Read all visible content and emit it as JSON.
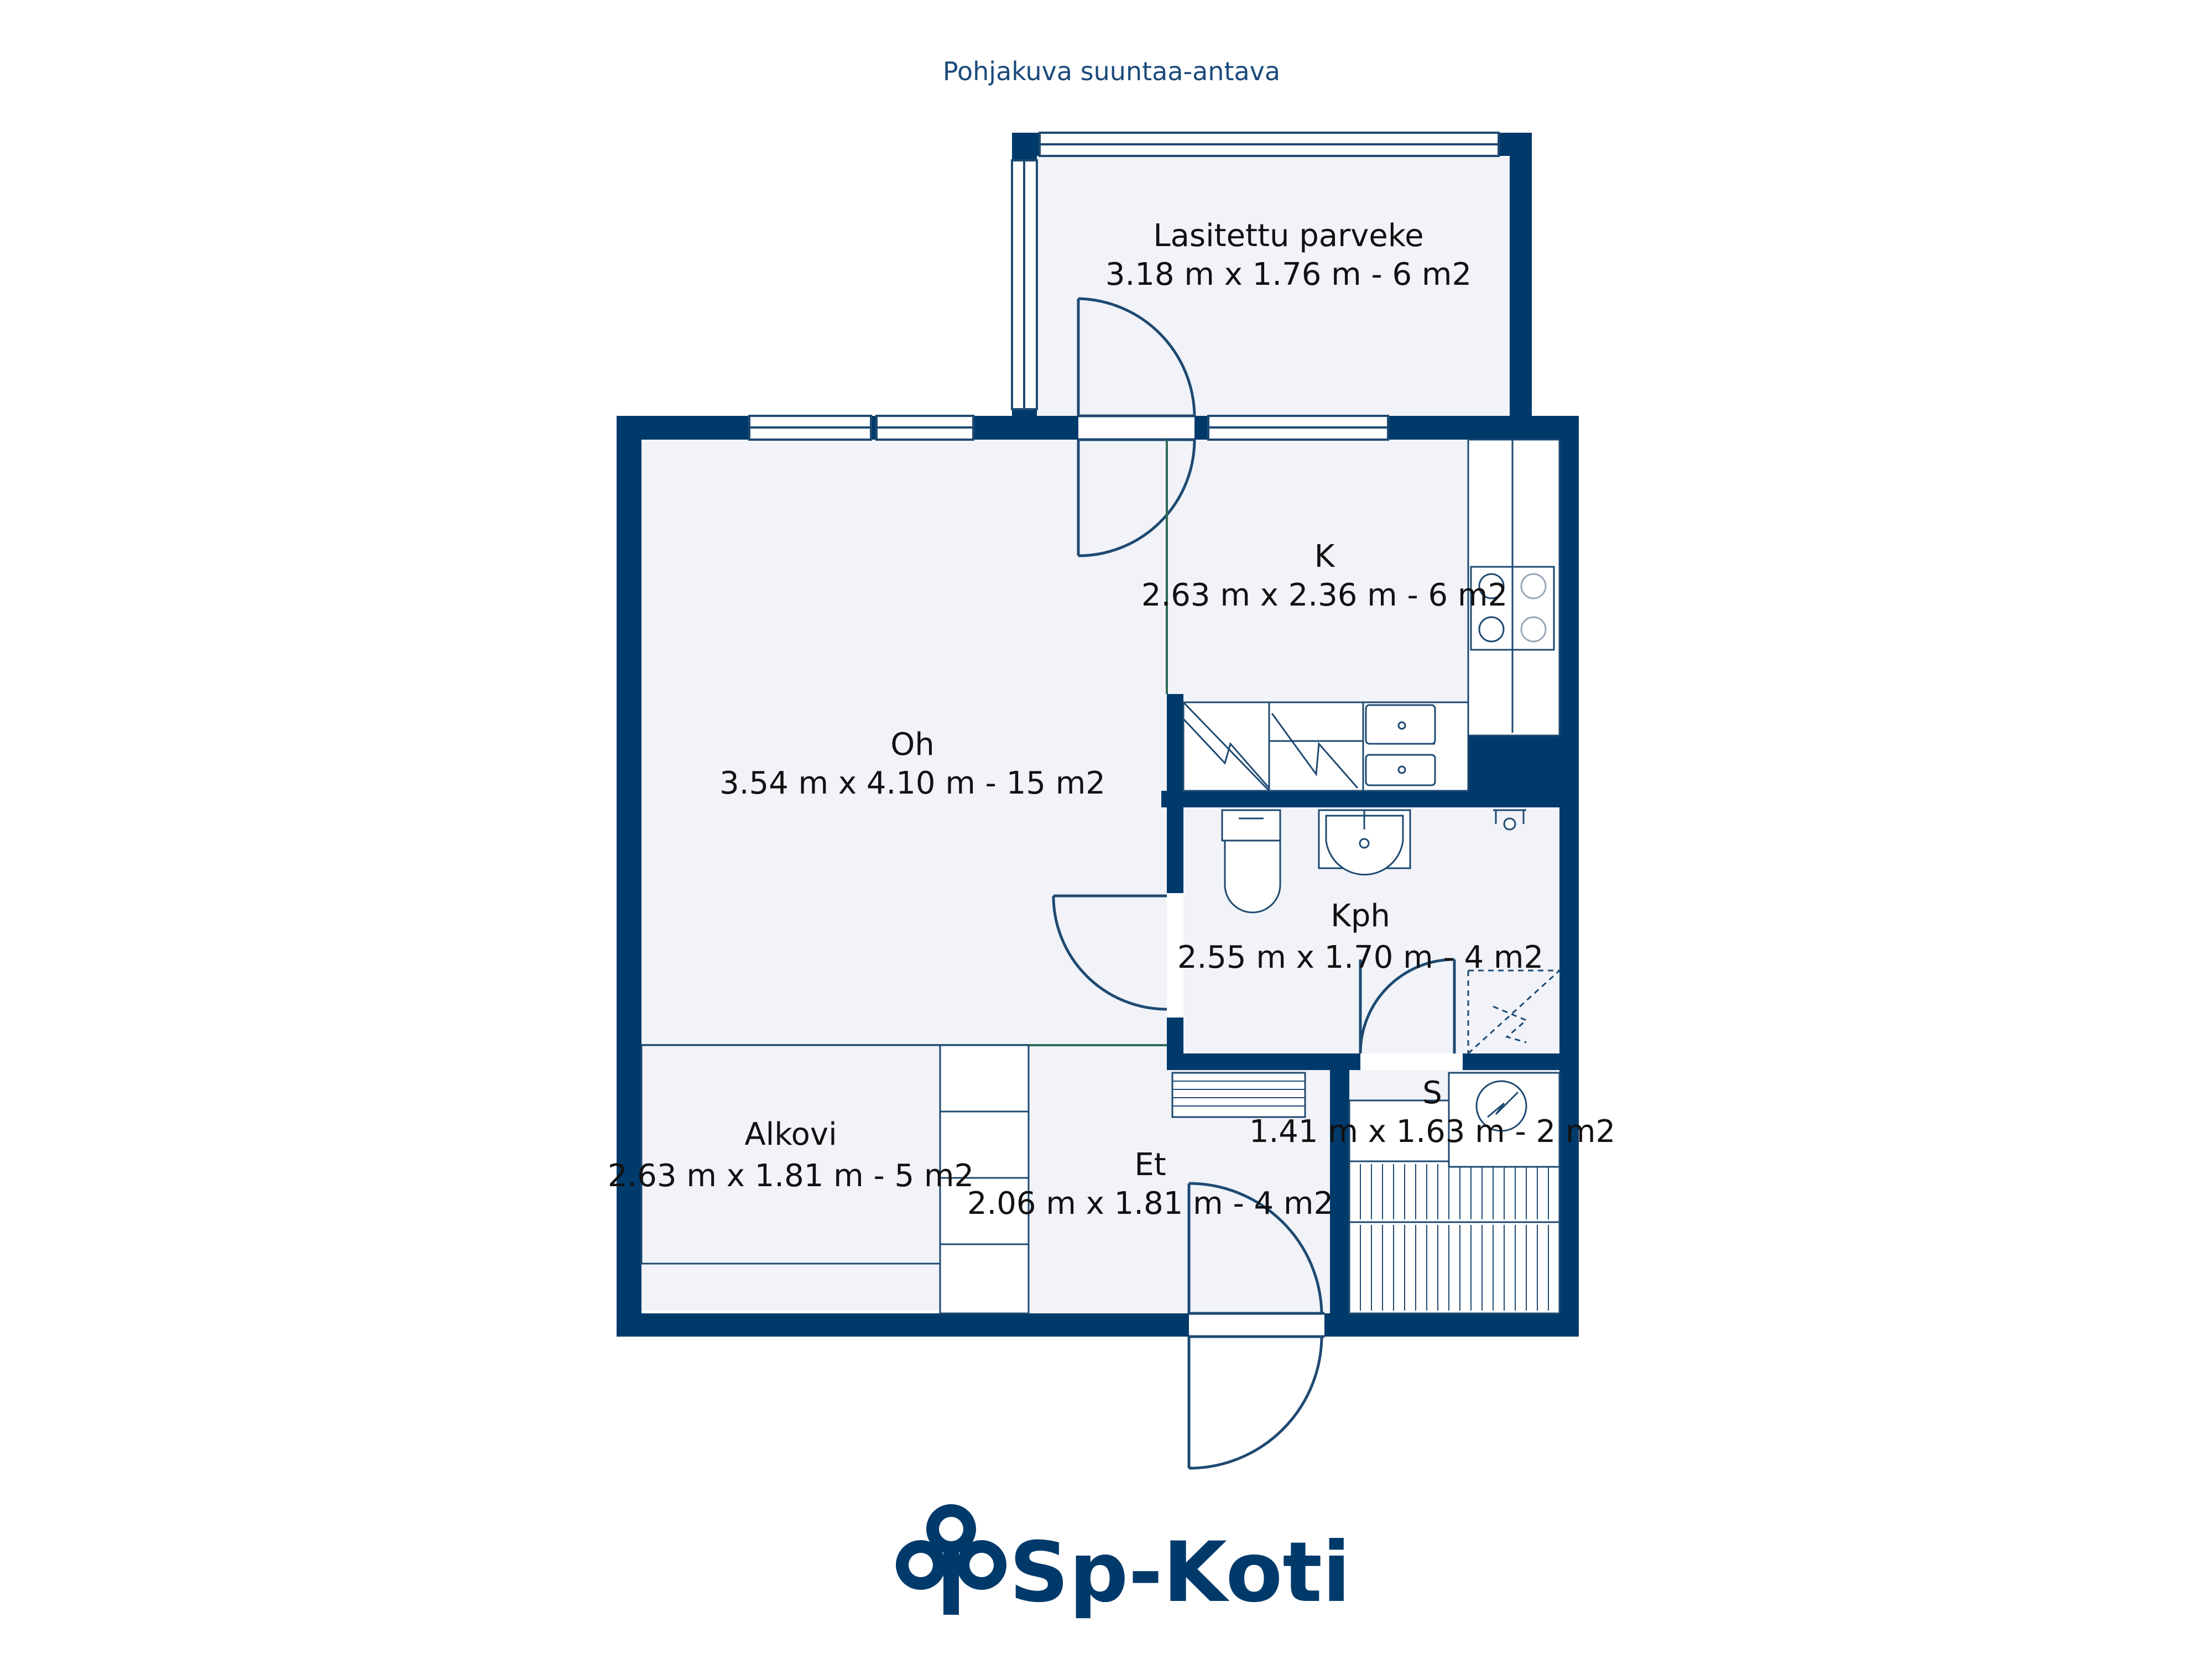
{
  "caption": "Pohjakuva suuntaa-antava",
  "brand": {
    "name": "Sp-Koti"
  },
  "rooms": {
    "parveke": {
      "name": "Lasitettu parveke",
      "dims": "3.18 m x 1.76 m - 6 m2"
    },
    "k": {
      "name": "K",
      "dims": "2.63 m x 2.36 m - 6 m2"
    },
    "oh": {
      "name": "Oh",
      "dims": "3.54 m x 4.10 m - 15 m2"
    },
    "kph": {
      "name": "Kph",
      "dims": "2.55 m x 1.70 m - 4 m2"
    },
    "s": {
      "name": "S",
      "dims": "1.41 m x 1.63 m - 2 m2"
    },
    "alkovi": {
      "name": "Alkovi",
      "dims": "2.63 m x 1.81 m - 5 m2"
    },
    "et": {
      "name": "Et",
      "dims": "2.06 m x 1.81 m - 4 m2"
    }
  },
  "colors": {
    "wall": "#003A6B",
    "floor": "#F1F3F8",
    "line": "#1E4A72",
    "caption": "#1B4A7A",
    "text": "#111111"
  }
}
